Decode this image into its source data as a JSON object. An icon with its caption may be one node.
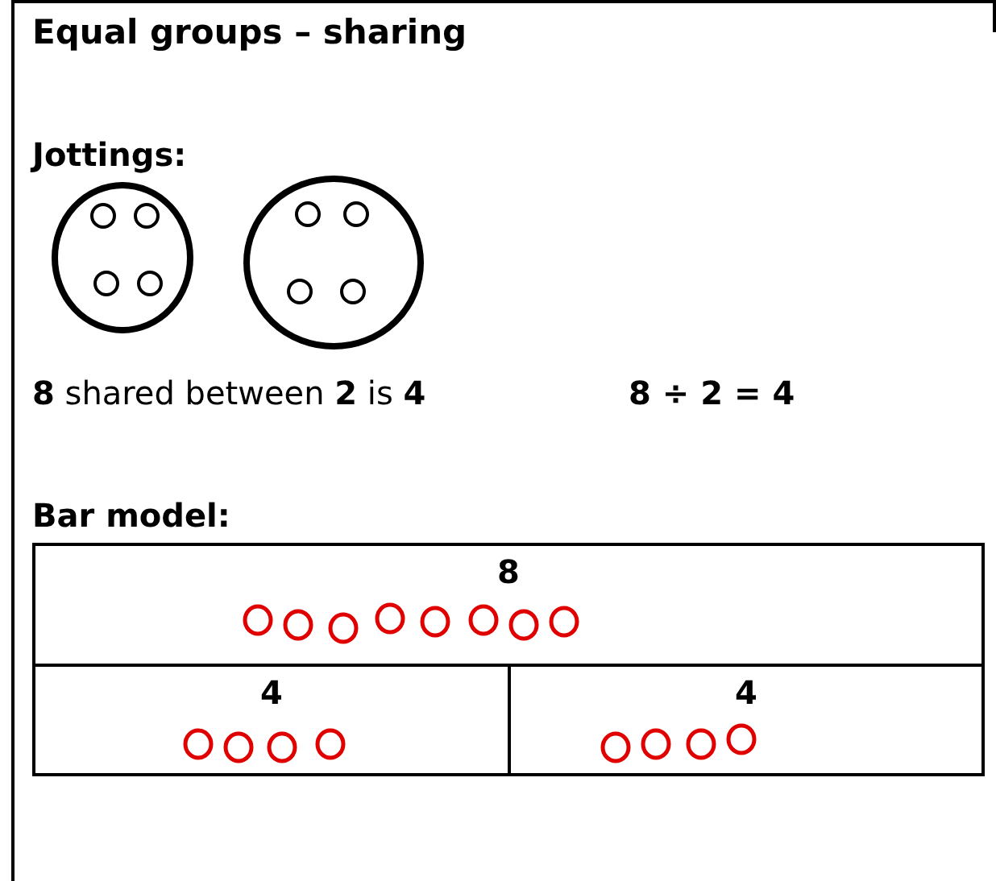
{
  "diagram": {
    "title": "Equal groups – sharing",
    "nodes": [
      {
        "text": [
          "8"
        ]
      },
      {
        "text": [
          "4"
        ]
      },
      {
        "text": [
          "4"
        ]
      }
    ],
    "labels": [
      "Jottings:",
      "**8** shared between **2** is **4**",
      "8 ÷ 2 = 4",
      "Bar model:"
    ]
  }
}
